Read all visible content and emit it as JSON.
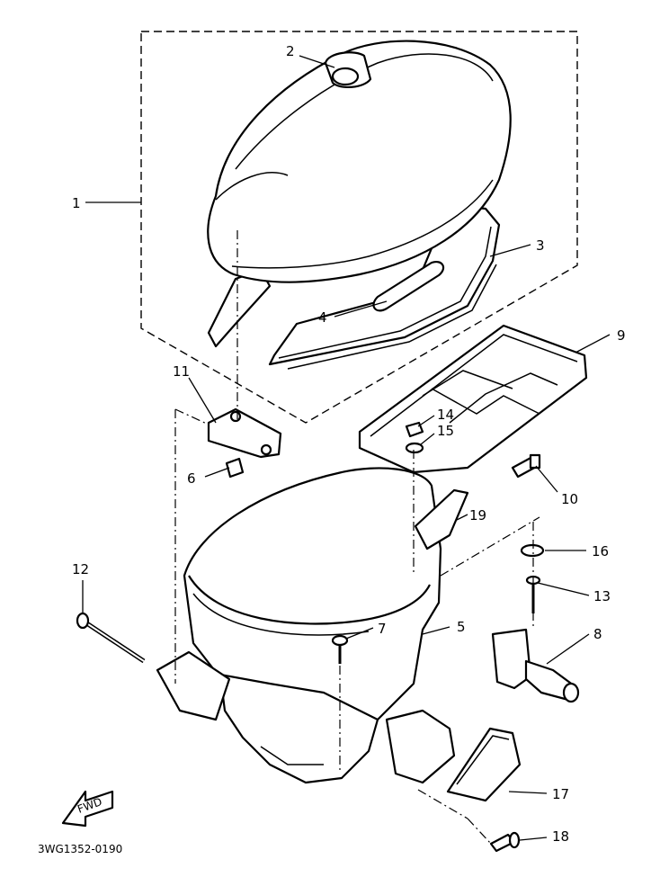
{
  "diagram": {
    "drawing_code": "3WG1352-0190",
    "direction_label": "FWD",
    "callouts": [
      "1",
      "2",
      "3",
      "4",
      "5",
      "6",
      "7",
      "8",
      "9",
      "10",
      "11",
      "12",
      "13",
      "14",
      "15",
      "16",
      "17",
      "18",
      "19"
    ]
  },
  "colors": {
    "ink": "#000000",
    "paper": "#ffffff"
  }
}
